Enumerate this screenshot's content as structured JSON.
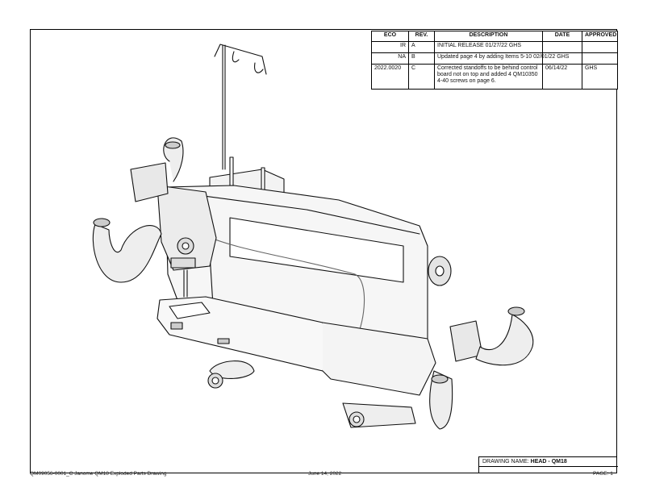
{
  "revision_table": {
    "headers": {
      "eco": "ECO",
      "rev": "REV.",
      "description": "DESCRIPTION",
      "date": "DATE",
      "approved": "APPROVED"
    },
    "rows": [
      {
        "eco": "IR",
        "rev": "A",
        "description": "INITIAL RELEASE 01/27/22 GHS",
        "date": "",
        "approved": ""
      },
      {
        "eco": "NA",
        "rev": "B",
        "description": "Updated page 4 by adding Items 5-10 02/01/22 GHS",
        "date": "",
        "approved": ""
      },
      {
        "eco": "2022.0020",
        "rev": "C",
        "description": "Corrected standoffs to be behind control board not on top and added 4 QM10350 4-40 screws on page 6.",
        "date": "06/14/22",
        "approved": "GHS"
      }
    ]
  },
  "title_block": {
    "drawing_name_label": "DRAWING NAME:",
    "drawing_name_value": "HEAD - QM18"
  },
  "footer": {
    "document_name": "QM09056-0001_C Janome QM18 Exploded Parts Drawing",
    "date": "June 14, 2022",
    "page": "PAGE: 1"
  }
}
